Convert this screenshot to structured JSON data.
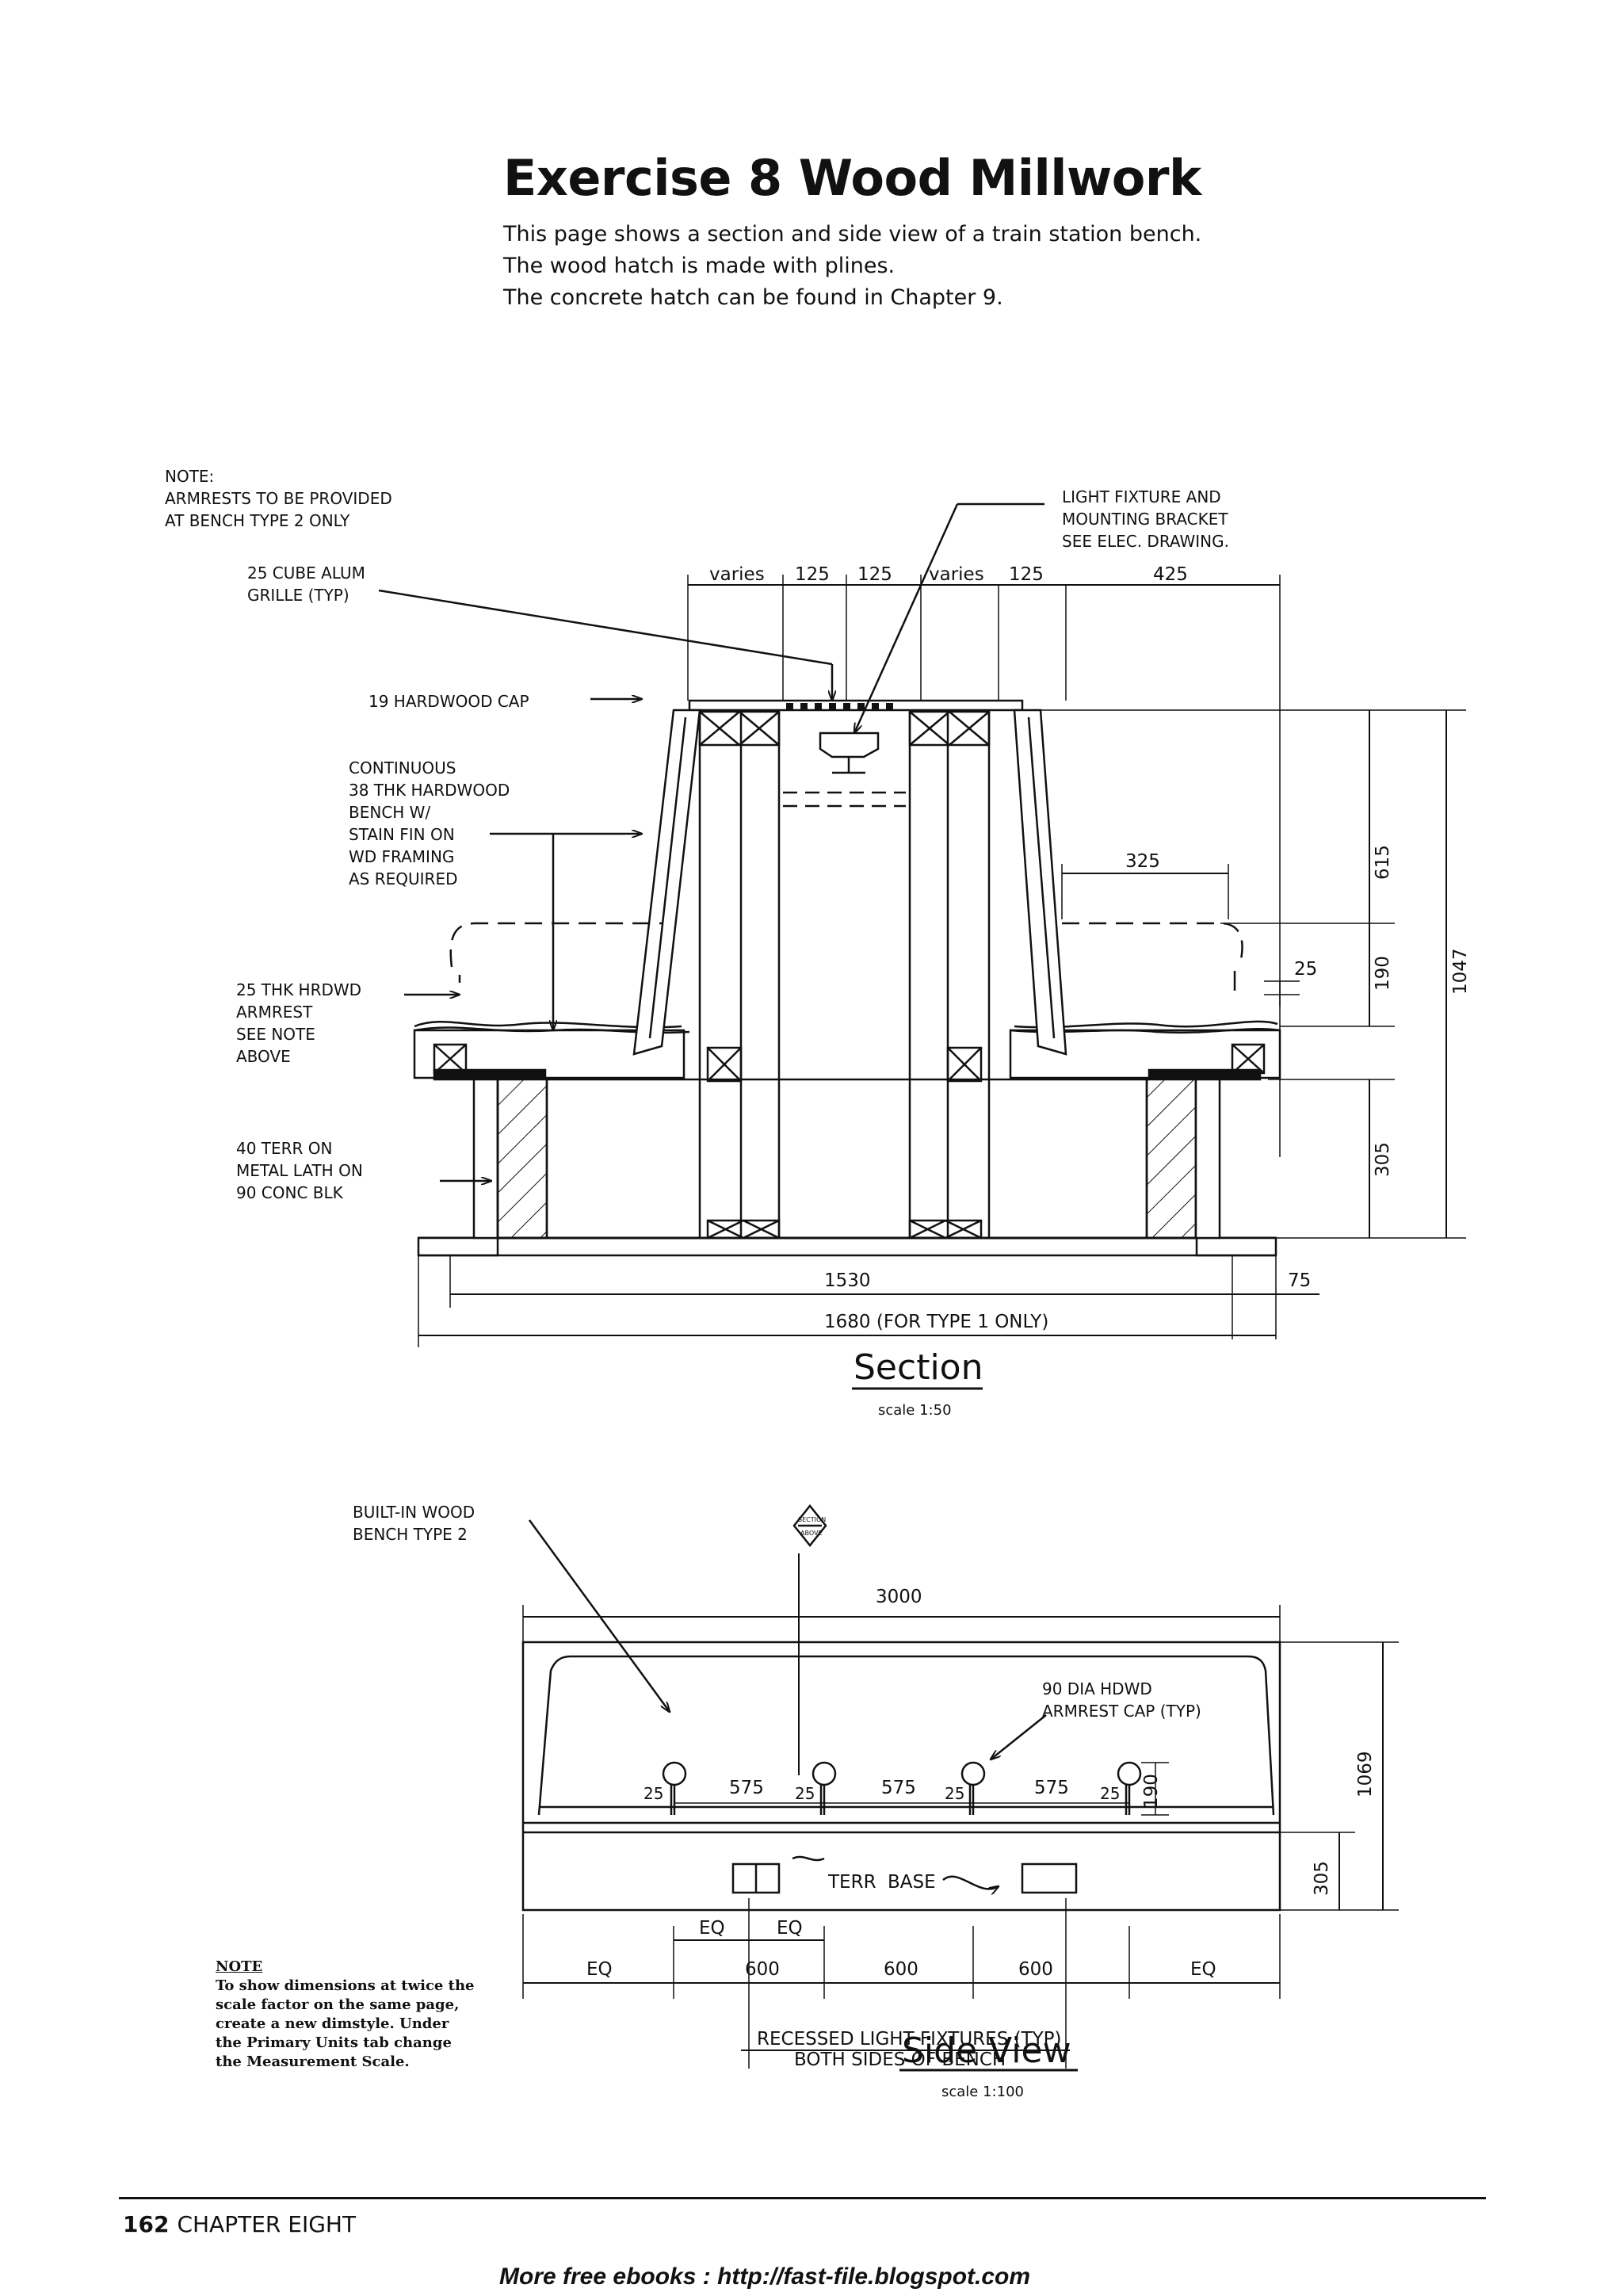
{
  "title": "Exercise 8 Wood Millwork",
  "intro": [
    "This page shows a section and side view of a train station bench.",
    "The wood hatch is made with plines.",
    "The concrete hatch can be found in Chapter 9."
  ],
  "section": {
    "caption": "Section",
    "scale": "scale 1:50",
    "notes": {
      "note_head": [
        "NOTE:",
        "ARMRESTS TO BE PROVIDED",
        "AT BENCH TYPE 2 ONLY"
      ],
      "grille": [
        "25 CUBE ALUM",
        "GRILLE (TYP)"
      ],
      "cap": "19 HARDWOOD CAP",
      "bench": [
        "CONTINUOUS",
        "38 THK HARDWOOD",
        "BENCH W/",
        "STAIN FIN ON",
        "WD FRAMING",
        "AS REQUIRED"
      ],
      "armrest": [
        "25 THK HRDWD",
        "ARMREST",
        "SEE NOTE",
        "ABOVE"
      ],
      "terr": [
        "40 TERR ON",
        "METAL LATH ON",
        "90 CONC BLK"
      ],
      "light": [
        "LIGHT FIXTURE AND",
        "MOUNTING BRACKET",
        "SEE ELEC. DRAWING."
      ]
    },
    "dims": {
      "top": [
        "varies",
        "125",
        "125",
        "varies",
        "125",
        "425"
      ],
      "d325": "325",
      "d615": "615",
      "d190": "190",
      "d25": "25",
      "d1047": "1047",
      "d305": "305",
      "d1530": "1530",
      "d75": "75",
      "d1680": "1680  (FOR TYPE 1 ONLY)"
    }
  },
  "side_view": {
    "caption": "Side View",
    "scale": "scale 1:100",
    "notes": {
      "bench": [
        "BUILT-IN WOOD",
        "BENCH TYPE 2"
      ],
      "section_tag": [
        "SECTION",
        "ABOVE"
      ],
      "armrest_cap": [
        "90 DIA HDWD",
        "ARMREST CAP (TYP)"
      ],
      "terr": "TERR",
      "base": "BASE",
      "lights": [
        "RECESSED LIGHT FIXTURES (TYP)",
        "BOTH SIDES OF BENCH"
      ]
    },
    "dims": {
      "d3000": "3000",
      "d575": "575",
      "d25": "25",
      "d190": "190",
      "d1069": "1069",
      "d305": "305",
      "eq": "EQ",
      "d600": "600"
    }
  },
  "note_box": {
    "heading": "NOTE",
    "text": "To show dimensions at twice the scale factor on the same page, create a new dimstyle. Under the Primary Units tab change the Measurement Scale."
  },
  "footer": {
    "page_number": "162",
    "chapter": "CHAPTER EIGHT",
    "ebook": "More free ebooks  :  http://fast-file.blogspot.com"
  }
}
